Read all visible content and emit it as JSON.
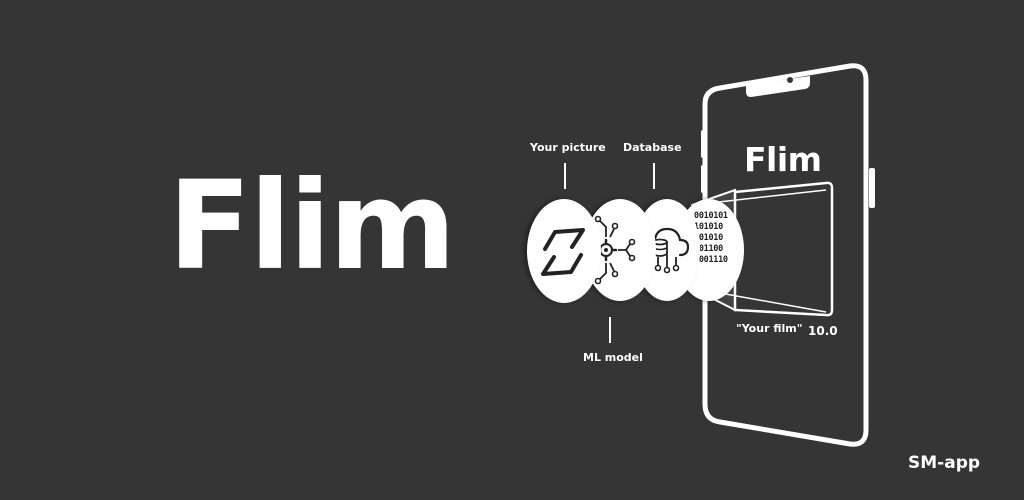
{
  "title": "Flim",
  "phone_title": "Flim",
  "pipeline": {
    "input_label": "Your picture",
    "model_label": "ML model",
    "database_label": "Database"
  },
  "binary_lines": [
    "0010101",
    "101010",
    "001010",
    "001100",
    "1001110"
  ],
  "film": {
    "caption": "\"Your film\"",
    "rating": "10.0"
  },
  "brand": "SM-app",
  "icons": {
    "picture": "image-frame-icon",
    "model": "ml-model-icon",
    "database": "cloud-database-icon",
    "binary": "binary-data-icon"
  },
  "colors": {
    "background": "#353535",
    "foreground": "#ffffff",
    "icon": "#222222"
  }
}
